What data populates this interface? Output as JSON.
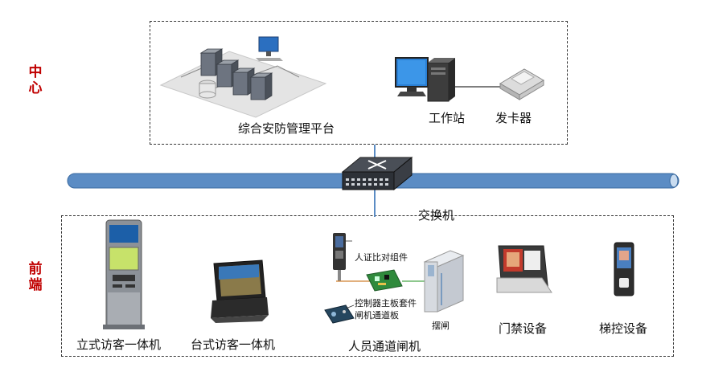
{
  "sections": {
    "center": "中心",
    "front": "前端"
  },
  "center": {
    "platform": "综合安防管理平台",
    "workstation": "工作站",
    "card_issuer": "发卡器"
  },
  "network": {
    "switch": "交换机"
  },
  "front": {
    "vertical_kiosk": "立式访客一体机",
    "desktop_kiosk": "台式访客一体机",
    "passage_gate": "人员通道闸机",
    "face_module": "人证比对组件",
    "controller_kit": "控制器主板套件",
    "gate_board": "闸机通道板",
    "swing_gate": "摆闸",
    "door_access": "门禁设备",
    "elevator_control": "梯控设备"
  },
  "colors": {
    "accent": "#c00000",
    "bus": "#5b8cc4",
    "dash": "#333333"
  }
}
